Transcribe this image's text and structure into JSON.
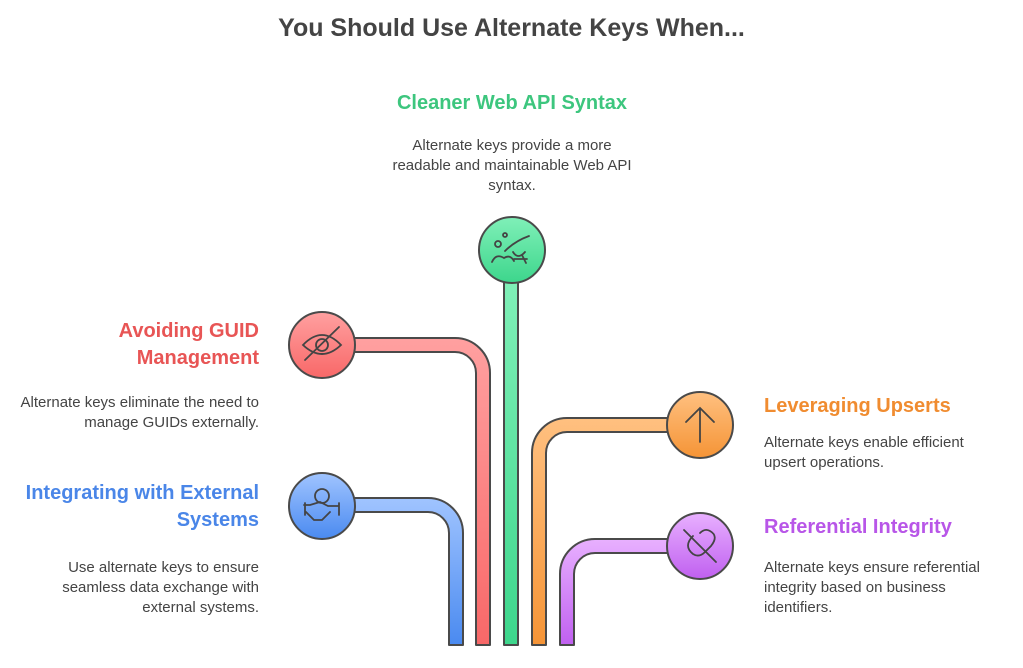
{
  "title": "You Should Use Alternate Keys When...",
  "items": [
    {
      "heading": "Cleaner Web API Syntax",
      "text": "Alternate keys provide a more readable and maintainable Web API syntax.",
      "color": "#3dd68c",
      "icon": "hand-water-icon"
    },
    {
      "heading": "Avoiding GUID Management",
      "text": "Alternate keys eliminate the need to manage GUIDs externally.",
      "color": "#f05a5a",
      "icon": "eye-off-icon"
    },
    {
      "heading": "Integrating with External Systems",
      "text": "Use alternate keys to ensure seamless data exchange with external systems.",
      "color": "#4a86e8",
      "icon": "globe-handshake-icon"
    },
    {
      "heading": "Leveraging Upserts",
      "text": "Alternate keys enable efficient upsert operations.",
      "color": "#f08c30",
      "icon": "arrow-up-icon"
    },
    {
      "heading": "Referential Integrity",
      "text": "Alternate keys ensure referential integrity based on business identifiers.",
      "color": "#b856e8",
      "icon": "link-off-icon"
    }
  ]
}
